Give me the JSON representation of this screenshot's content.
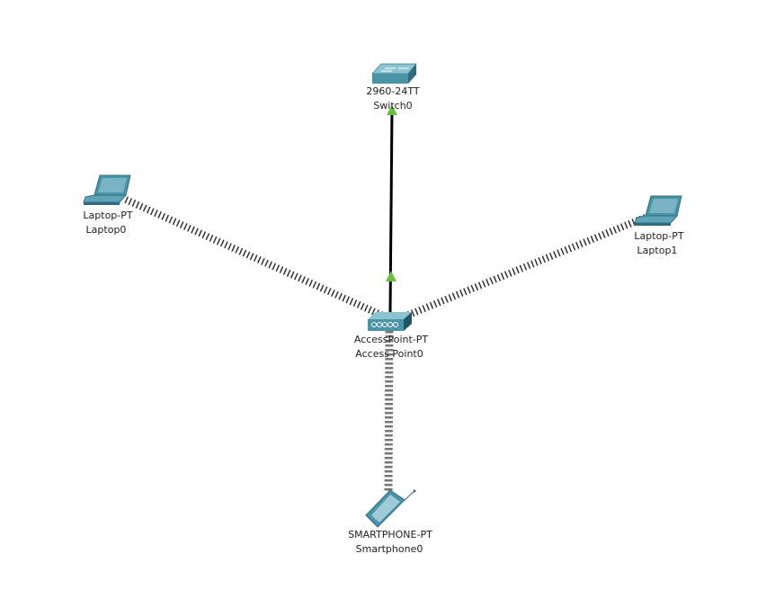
{
  "topology": {
    "devices": [
      {
        "id": "switch0",
        "model": "2960-24TT",
        "name": "Switch0",
        "type": "switch"
      },
      {
        "id": "laptop0",
        "model": "Laptop-PT",
        "name": "Laptop0",
        "type": "laptop"
      },
      {
        "id": "laptop1",
        "model": "Laptop-PT",
        "name": "Laptop1",
        "type": "laptop"
      },
      {
        "id": "ap0",
        "model": "AccessPoint-PT",
        "name": "Access Point0",
        "type": "access-point"
      },
      {
        "id": "phone0",
        "model": "SMARTPHONE-PT",
        "name": "Smartphone0",
        "type": "smartphone"
      }
    ],
    "links": [
      {
        "from": "switch0",
        "to": "ap0",
        "kind": "copper-straight",
        "status_from": "up",
        "status_to": "up"
      },
      {
        "from": "laptop0",
        "to": "ap0",
        "kind": "wireless"
      },
      {
        "from": "laptop1",
        "to": "ap0",
        "kind": "wireless"
      },
      {
        "from": "phone0",
        "to": "ap0",
        "kind": "wireless"
      }
    ],
    "colors": {
      "device_body": "#4a94a8",
      "device_top": "#8cc3d1",
      "link_up": "#6abf40",
      "wired": "#000000",
      "wireless": "#333333"
    }
  }
}
